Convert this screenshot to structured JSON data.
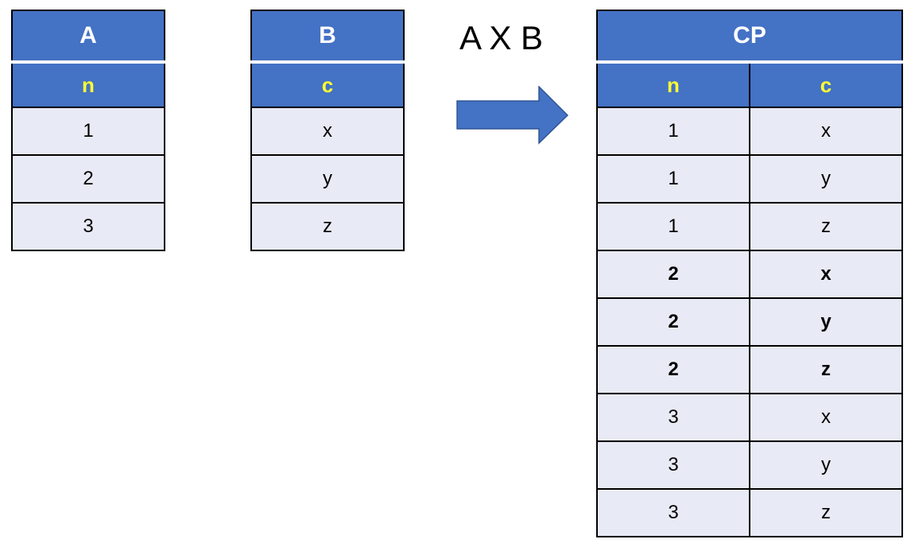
{
  "operation_label": "A X B",
  "table_a": {
    "title": "A",
    "column": "n",
    "rows": [
      {
        "v": "1"
      },
      {
        "v": "2"
      },
      {
        "v": "3"
      }
    ]
  },
  "table_b": {
    "title": "B",
    "column": "c",
    "rows": [
      {
        "v": "x"
      },
      {
        "v": "y"
      },
      {
        "v": "z"
      }
    ]
  },
  "table_cp": {
    "title": "CP",
    "columns": [
      "n",
      "c"
    ],
    "rows": [
      {
        "n": "1",
        "c": "x",
        "bold": false
      },
      {
        "n": "1",
        "c": "y",
        "bold": false
      },
      {
        "n": "1",
        "c": "z",
        "bold": false
      },
      {
        "n": "2",
        "c": "x",
        "bold": true
      },
      {
        "n": "2",
        "c": "y",
        "bold": true
      },
      {
        "n": "2",
        "c": "z",
        "bold": true
      },
      {
        "n": "3",
        "c": "x",
        "bold": false
      },
      {
        "n": "3",
        "c": "y",
        "bold": false
      },
      {
        "n": "3",
        "c": "z",
        "bold": false
      }
    ]
  },
  "colors": {
    "header_fill": "#4472c4",
    "column_name_text": "#ffff33",
    "row_fill": "#e8eaf5",
    "arrow_fill": "#4472c4"
  }
}
